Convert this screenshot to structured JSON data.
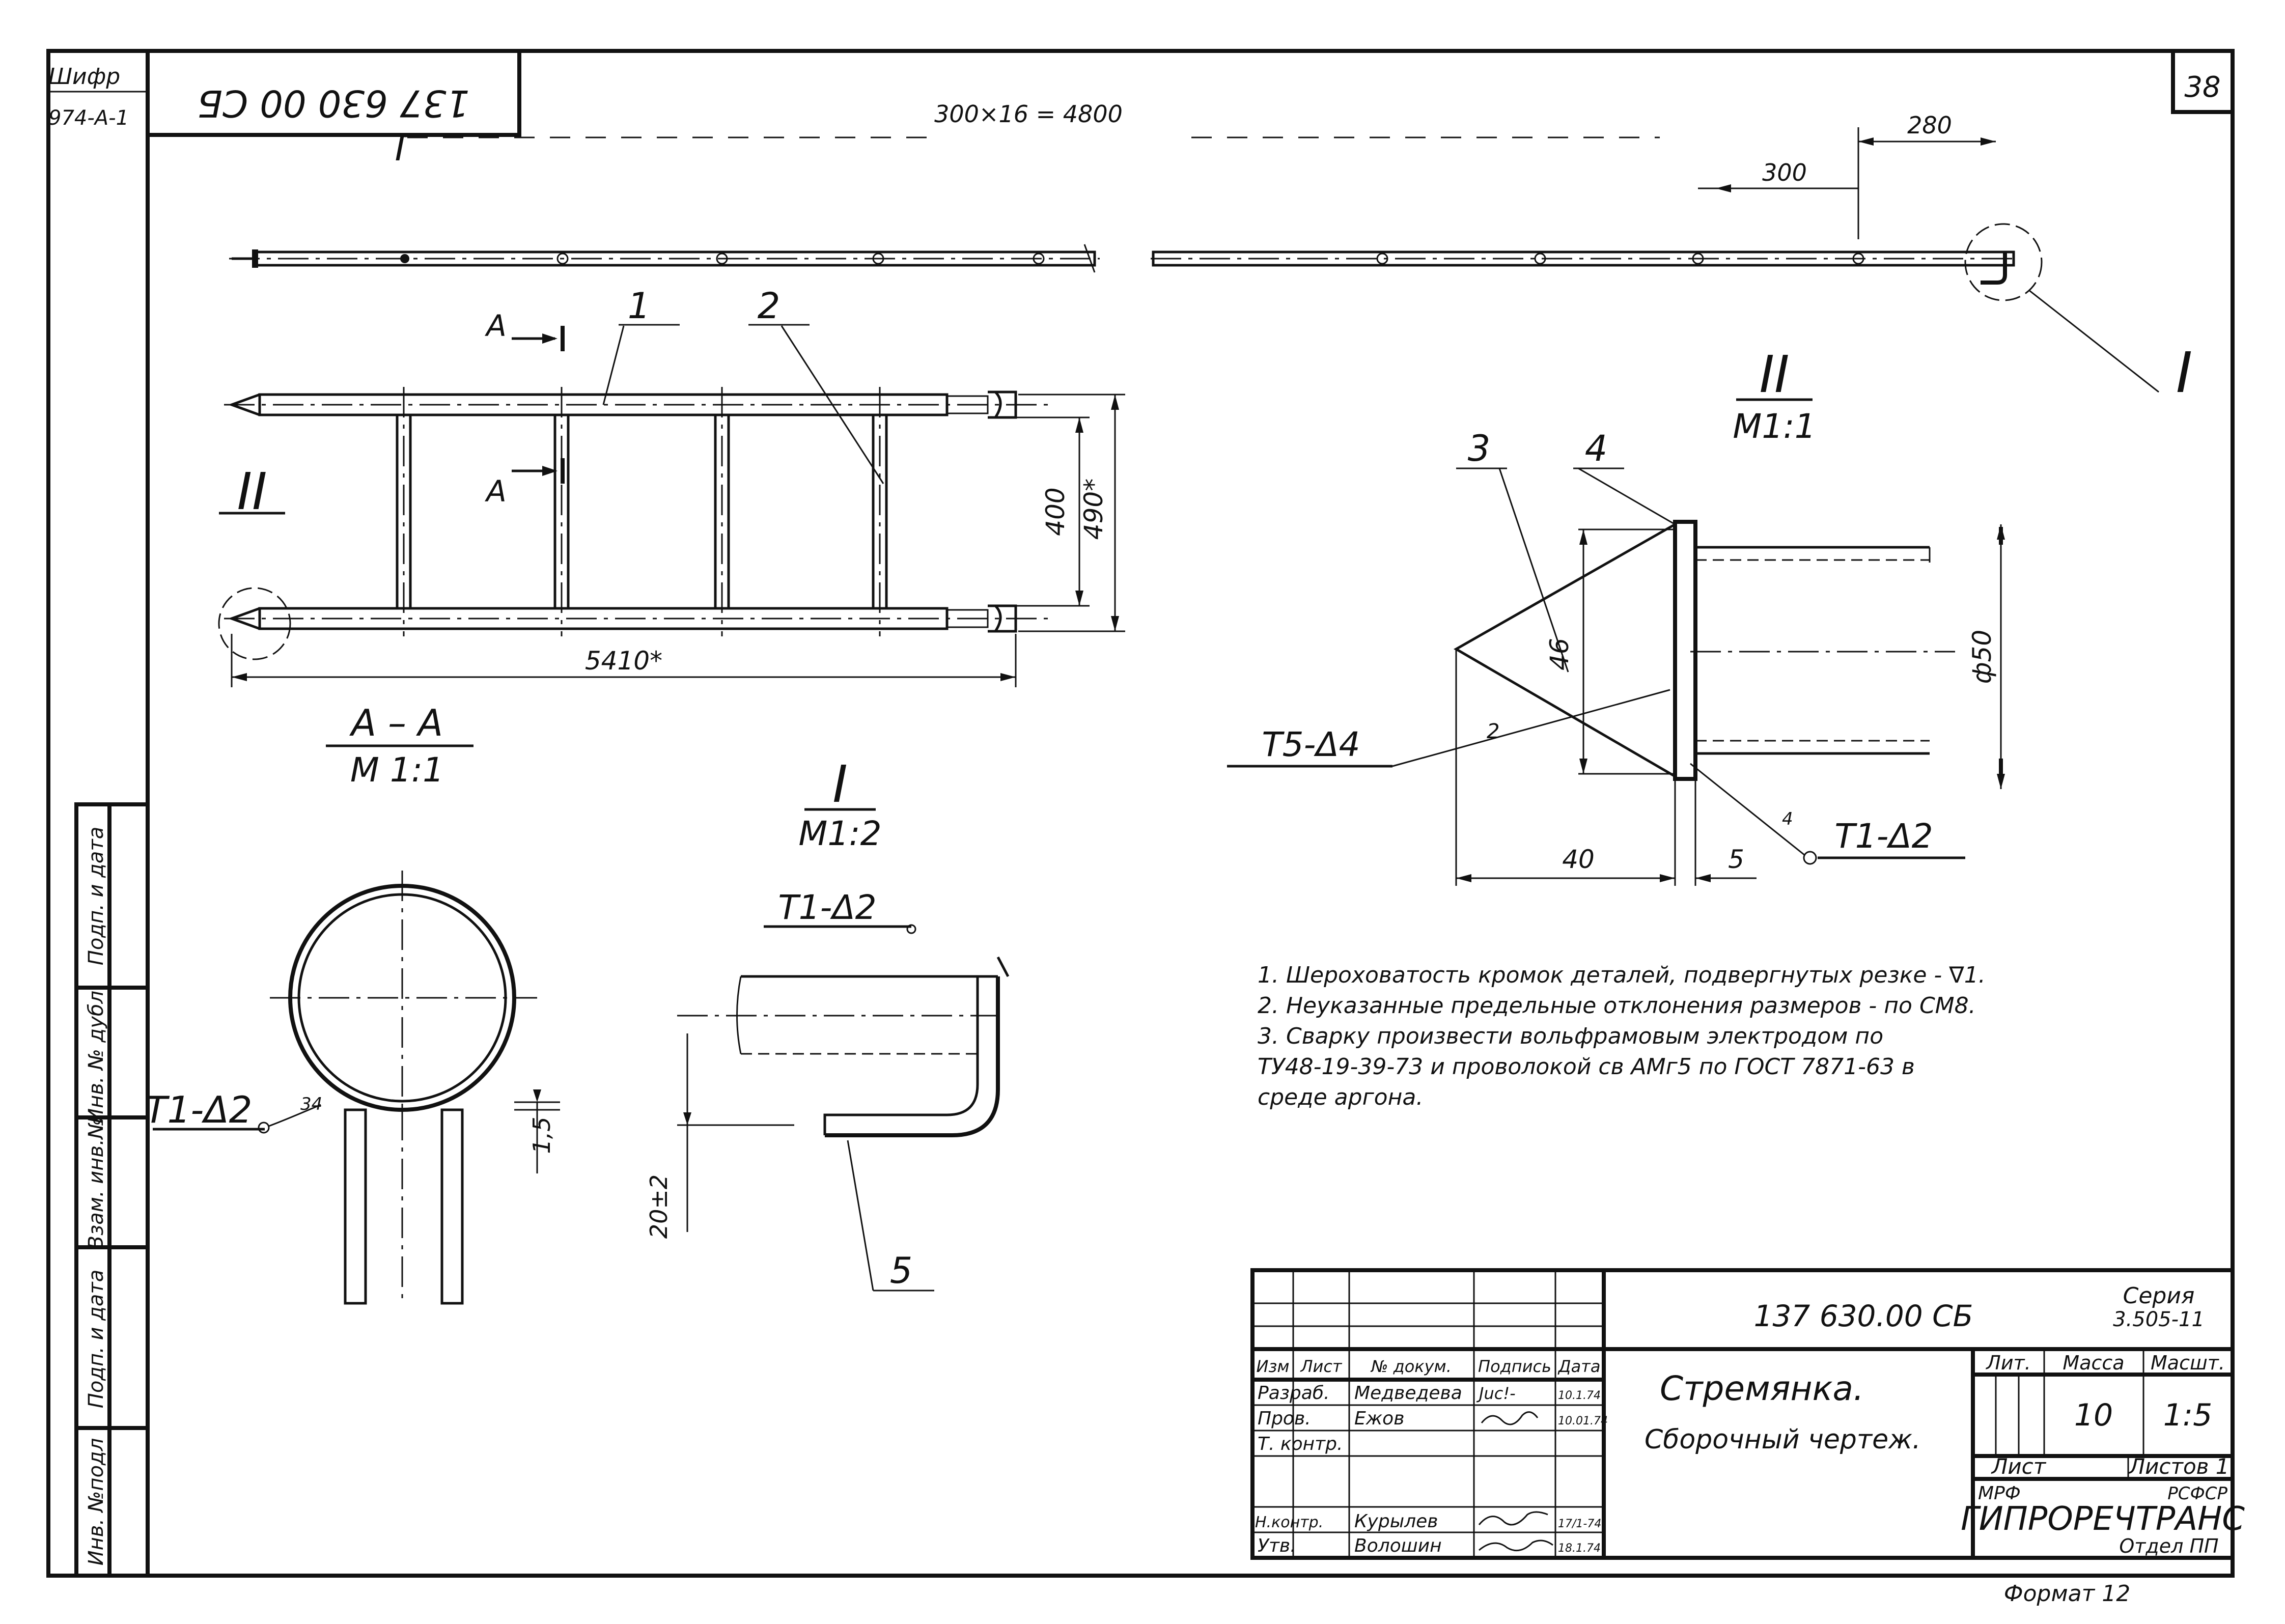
{
  "sheet_number": "38",
  "cipher": {
    "label": "Шифр",
    "value": "974-А-1"
  },
  "rotated_code": "137 630 00 СБ",
  "stamp_labels": [
    "Инв. №подл",
    "Подп. и дата",
    "Взам. инв.№",
    "Инв. № дубл.",
    "Подп. и дата"
  ],
  "top_view": {
    "pitch_dim": "300×16 = 4800",
    "dim_280": "280",
    "dim_300": "300",
    "callout_i": "I",
    "section_mark": "Г"
  },
  "side_view": {
    "section_label": "А",
    "leader_1": "1",
    "leader_2": "2",
    "view_mark": "II",
    "dim_400": "400",
    "dim_490": "490*",
    "dim_5410": "5410*"
  },
  "section_aa": {
    "title": "А – А",
    "scale": "М 1:1"
  },
  "view_i": {
    "title": "I",
    "scale": "М1:2"
  },
  "view_ii": {
    "title": "II",
    "scale": "М1:1",
    "leader_3": "3",
    "leader_4": "4",
    "dim_46": "46",
    "dim_phi50": "ф50",
    "dim_40": "40",
    "dim_5": "5",
    "weld_left": "Т5-Δ4",
    "weld_right": "Т1-Δ2",
    "weld_small": "2",
    "dim_4": "4"
  },
  "detail_circle": {
    "weld": "Т1-Δ2",
    "note": "34",
    "dim_15": "1,5"
  },
  "detail_bend": {
    "weld": "Т1-Δ2",
    "dim_20": "20±2",
    "leader_5": "5"
  },
  "notes": [
    "1. Шероховатость кромок деталей, подвергнутых резке - ∇1.",
    "2. Неуказанные предельные отклонения размеров - по СМ8.",
    "3. Сварку произвести вольфрамовым электродом по",
    "ТУ48-19-39-73 и проволокой св АМг5 по ГОСТ 7871-63 в",
    "среде аргона."
  ],
  "title_block": {
    "doc_code": "137 630.00 СБ",
    "series_label": "Серия",
    "series_value": "3.505-11",
    "header_cols": [
      "Изм",
      "Лист",
      "№ докум.",
      "Подпись",
      "Дата"
    ],
    "rows": [
      {
        "role": "Разраб.",
        "name": "Медведева",
        "sign": "Juc!-",
        "date": "10.1.74"
      },
      {
        "role": "Пров.",
        "name": "Ежов",
        "sign": "",
        "date": "10.01.74"
      },
      {
        "role": "Т. контр.",
        "name": "",
        "sign": "",
        "date": ""
      },
      {
        "role": "Н.контр.",
        "name": "Курылев",
        "sign": "",
        "date": "17/1-74"
      },
      {
        "role": "Утв.",
        "name": "Волошин",
        "sign": "",
        "date": "18.1.74"
      }
    ],
    "title_line1": "Стремянка.",
    "title_line2": "Сборочный чертеж.",
    "lit_label": "Лит.",
    "mass_label": "Масса",
    "scale_label": "Масшт.",
    "mass_value": "10",
    "scale_value": "1:5",
    "sheet_label": "Лист",
    "sheets_label": "Листов 1",
    "org_left": "МРФ",
    "org_right": "РСФСР",
    "org_name": "ГИПРОРЕЧТРАНС",
    "dept": "Отдел ПП",
    "format": "Формат 12"
  }
}
